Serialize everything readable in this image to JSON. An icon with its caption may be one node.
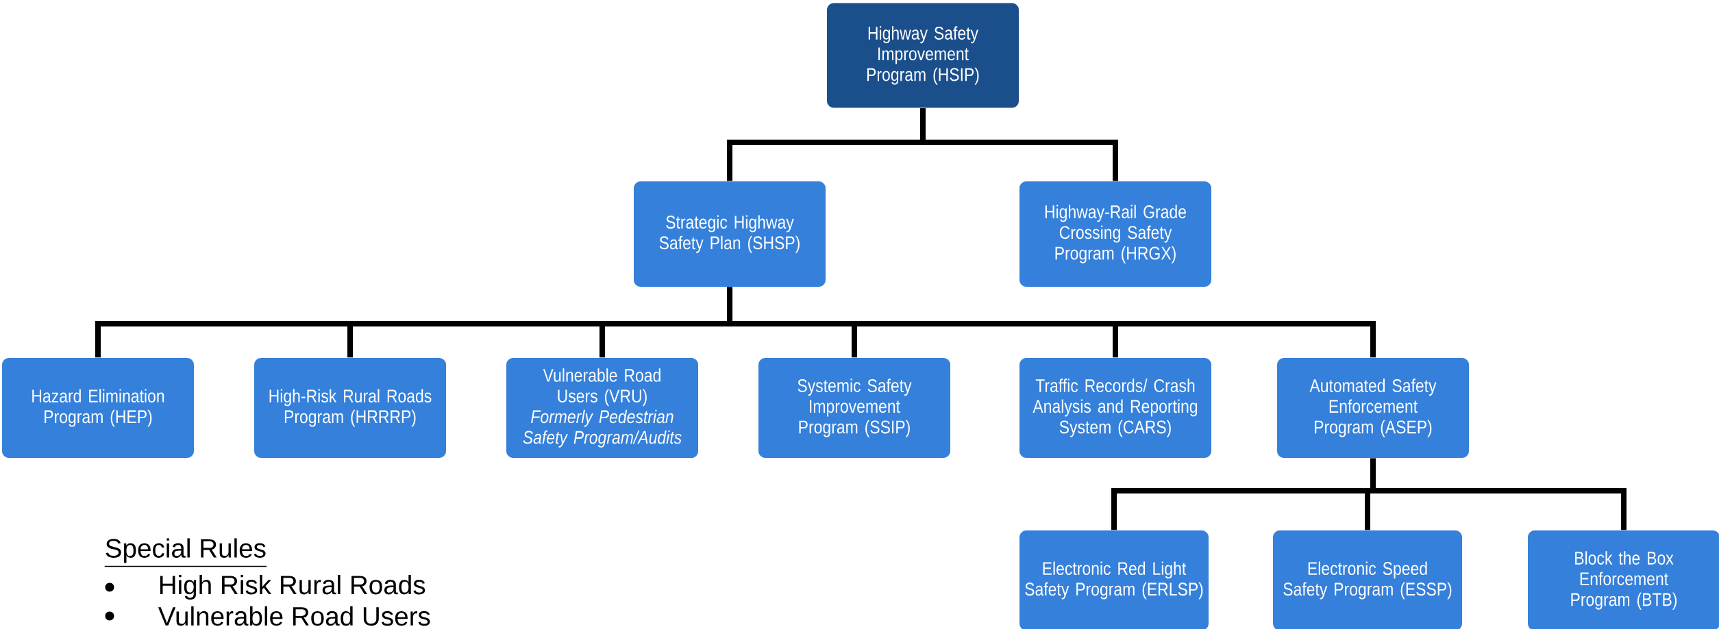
{
  "diagram": {
    "nodes": [
      {
        "text": [
          "Highway Safety Improvement Program (HSIP)"
        ]
      },
      {
        "text": [
          "Strategic Highway Safety Plan (SHSP)"
        ]
      },
      {
        "text": [
          "Highway-Rail Grade Crossing Safety Program (HRGX)"
        ]
      },
      {
        "text": [
          "Hazard Elimination Program (HEP)"
        ]
      },
      {
        "text": [
          "High-Risk Rural Roads Program (HRRRP)"
        ]
      },
      {
        "text": [
          "Vulnerable Road Users (VRU)",
          "Formerly Pedestrian Safety Program/Audits"
        ]
      },
      {
        "text": [
          "Systemic Safety Improvement Program (SSIP)"
        ]
      },
      {
        "text": [
          "Traffic Records/ Crash Analysis and Reporting System (CARS)"
        ]
      },
      {
        "text": [
          "Automated Safety Enforcement Program (ASEP)"
        ]
      },
      {
        "text": [
          "Electronic Red Light Safety Program (ERLSP)"
        ]
      },
      {
        "text": [
          "Electronic Speed Safety Program (ESSP)"
        ]
      },
      {
        "text": [
          "Block the Box Enforcement Program (BTB)"
        ]
      }
    ],
    "edges": [
      {
        "from": 0,
        "to": 1,
        "arrow": "none"
      },
      {
        "from": 0,
        "to": 2,
        "arrow": "none"
      },
      {
        "from": 1,
        "to": 3,
        "arrow": "none"
      },
      {
        "from": 1,
        "to": 4,
        "arrow": "none"
      },
      {
        "from": 1,
        "to": 5,
        "arrow": "none"
      },
      {
        "from": 1,
        "to": 6,
        "arrow": "none"
      },
      {
        "from": 1,
        "to": 7,
        "arrow": "none"
      },
      {
        "from": 1,
        "to": 8,
        "arrow": "none"
      },
      {
        "from": 8,
        "to": 9,
        "arrow": "none"
      },
      {
        "from": 8,
        "to": 10,
        "arrow": "none"
      },
      {
        "from": 8,
        "to": 11,
        "arrow": "none"
      }
    ],
    "labels": [
      "Special Rules",
      "High Risk Rural Roads",
      "Vulnerable Road Users"
    ]
  }
}
